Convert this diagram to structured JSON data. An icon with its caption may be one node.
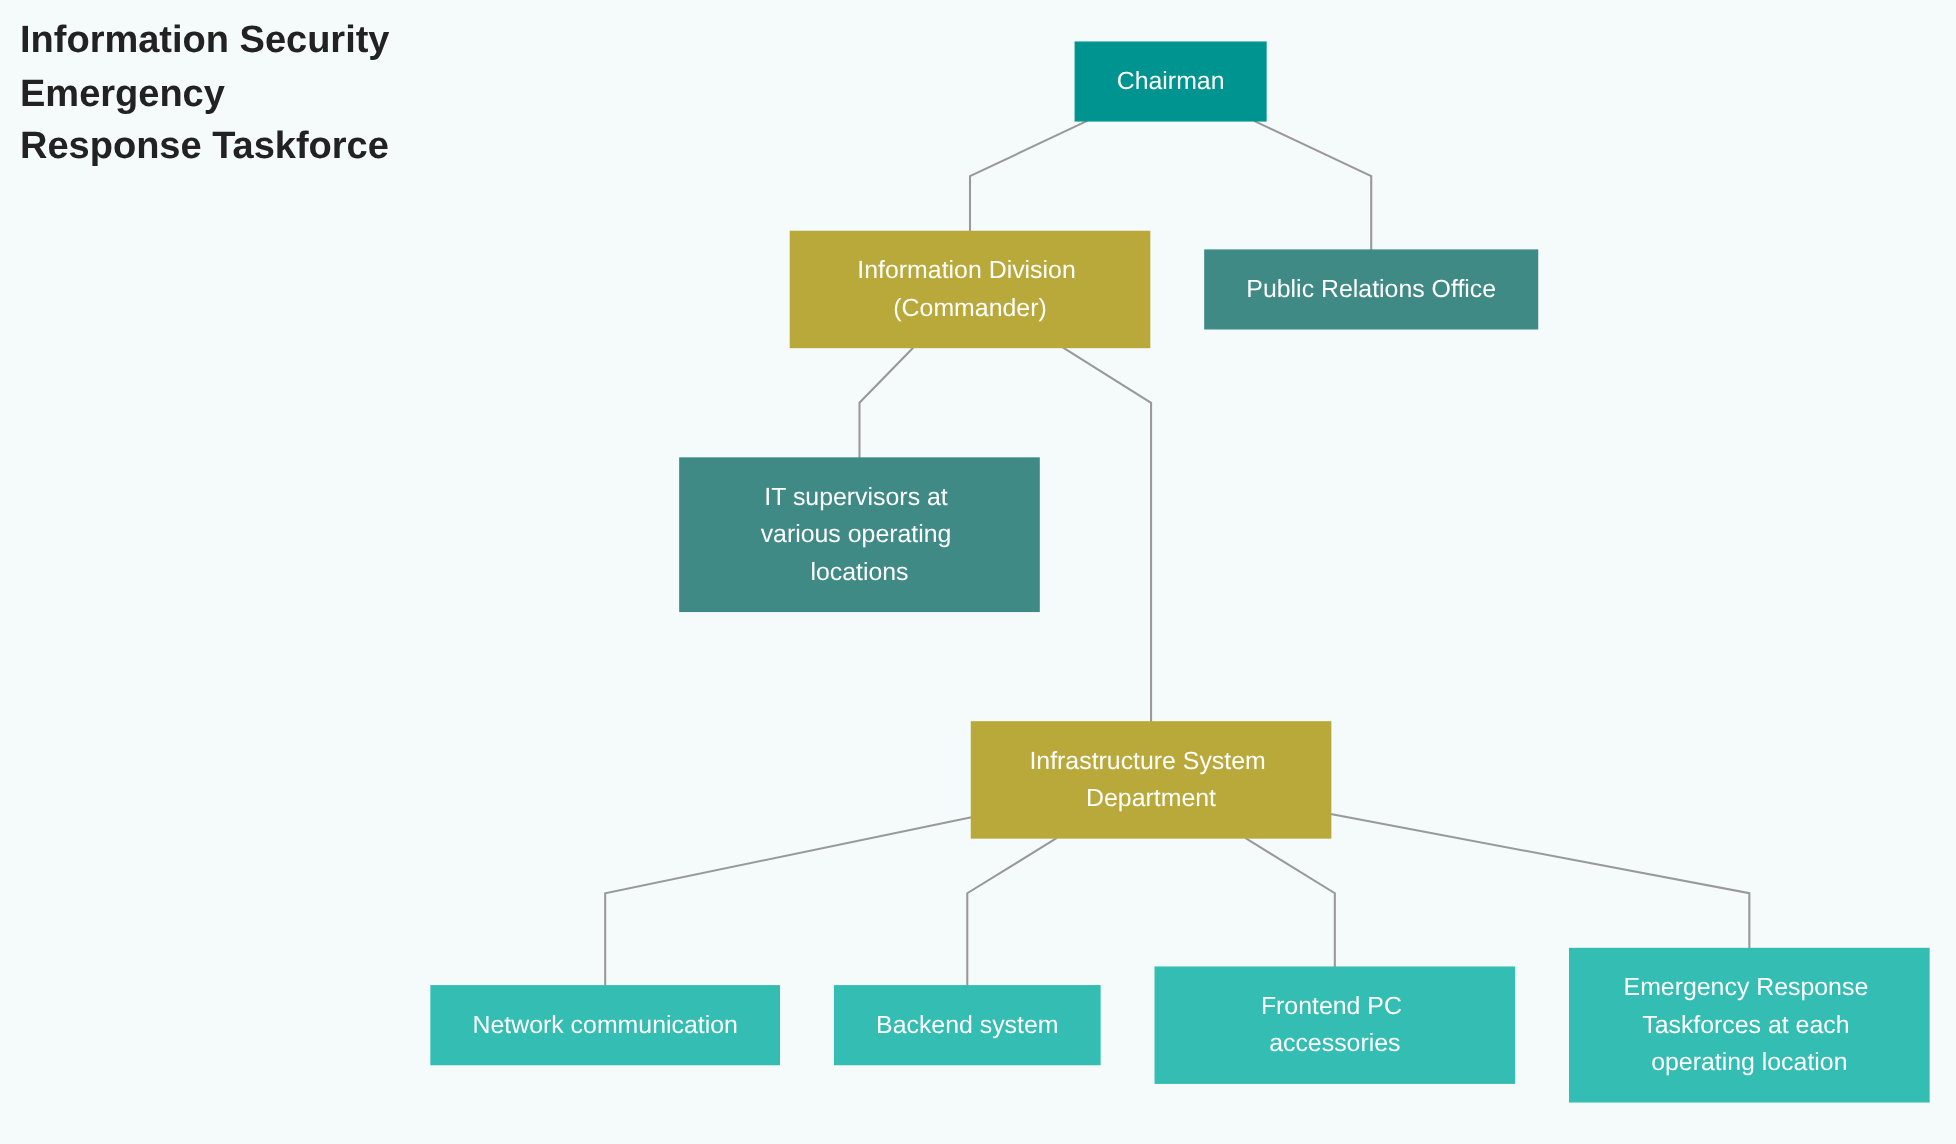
{
  "diagram": {
    "title": "Information Security Emergency Response Taskforce",
    "nodes": [
      {
        "text": [
          "Chairman"
        ]
      },
      {
        "text": [
          "Public Relations Office"
        ]
      },
      {
        "text": [
          "Information Division (Commander)"
        ]
      },
      {
        "text": [
          "IT supervisors at various operating locations"
        ]
      },
      {
        "text": [
          "Infrastructure System Department"
        ]
      },
      {
        "text": [
          "Network communication"
        ]
      },
      {
        "text": [
          "Backend system"
        ]
      },
      {
        "text": [
          "Frontend PC accessories"
        ]
      },
      {
        "text": [
          "Emergency Response Taskforces at each operating location"
        ]
      }
    ],
    "edges": [
      {
        "from": 0,
        "to": 1,
        "arrow": "none"
      },
      {
        "from": 0,
        "to": 2,
        "arrow": "none"
      },
      {
        "from": 2,
        "to": 3,
        "arrow": "none"
      },
      {
        "from": 2,
        "to": 4,
        "arrow": "none"
      },
      {
        "from": 4,
        "to": 5,
        "arrow": "none"
      },
      {
        "from": 4,
        "to": 6,
        "arrow": "none"
      },
      {
        "from": 4,
        "to": 7,
        "arrow": "none"
      },
      {
        "from": 4,
        "to": 8,
        "arrow": "none"
      }
    ]
  }
}
